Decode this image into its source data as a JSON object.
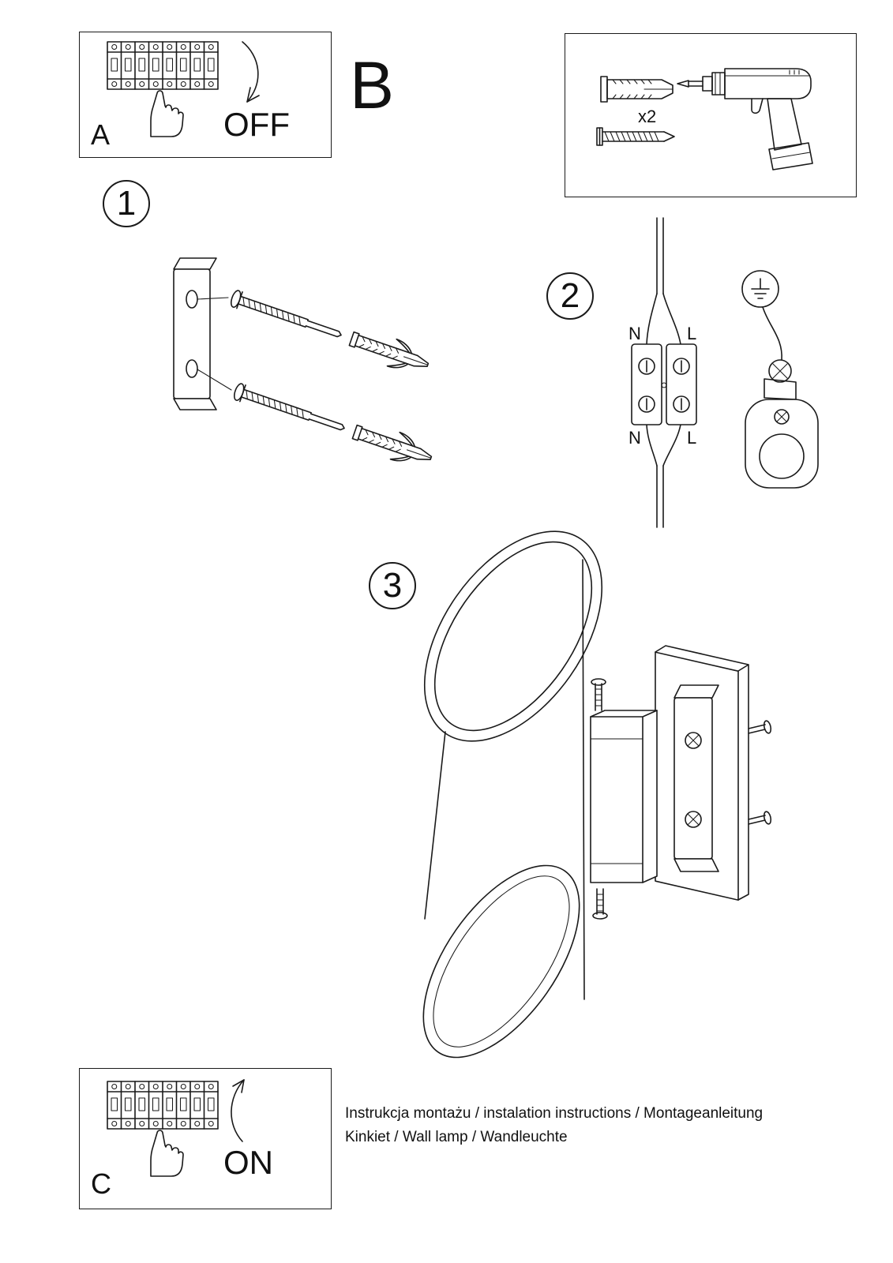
{
  "document": {
    "footer": {
      "line1": "Instrukcja montażu / instalation instructions / Montageanleitung",
      "line2": "Kinkiet / Wall lamp / Wandleuchte"
    },
    "colors": {
      "line": "#1a1a1a",
      "background": "#ffffff"
    }
  },
  "panels": {
    "a": {
      "label": "A",
      "state": "OFF"
    },
    "b": {
      "label": "B",
      "hardware_count": "x2"
    },
    "c": {
      "label": "C",
      "state": "ON"
    }
  },
  "steps": [
    {
      "number": "1"
    },
    {
      "number": "2"
    },
    {
      "number": "3"
    }
  ],
  "wiring": {
    "top_left": "N",
    "top_right": "L",
    "bottom_left": "N",
    "bottom_right": "L"
  }
}
